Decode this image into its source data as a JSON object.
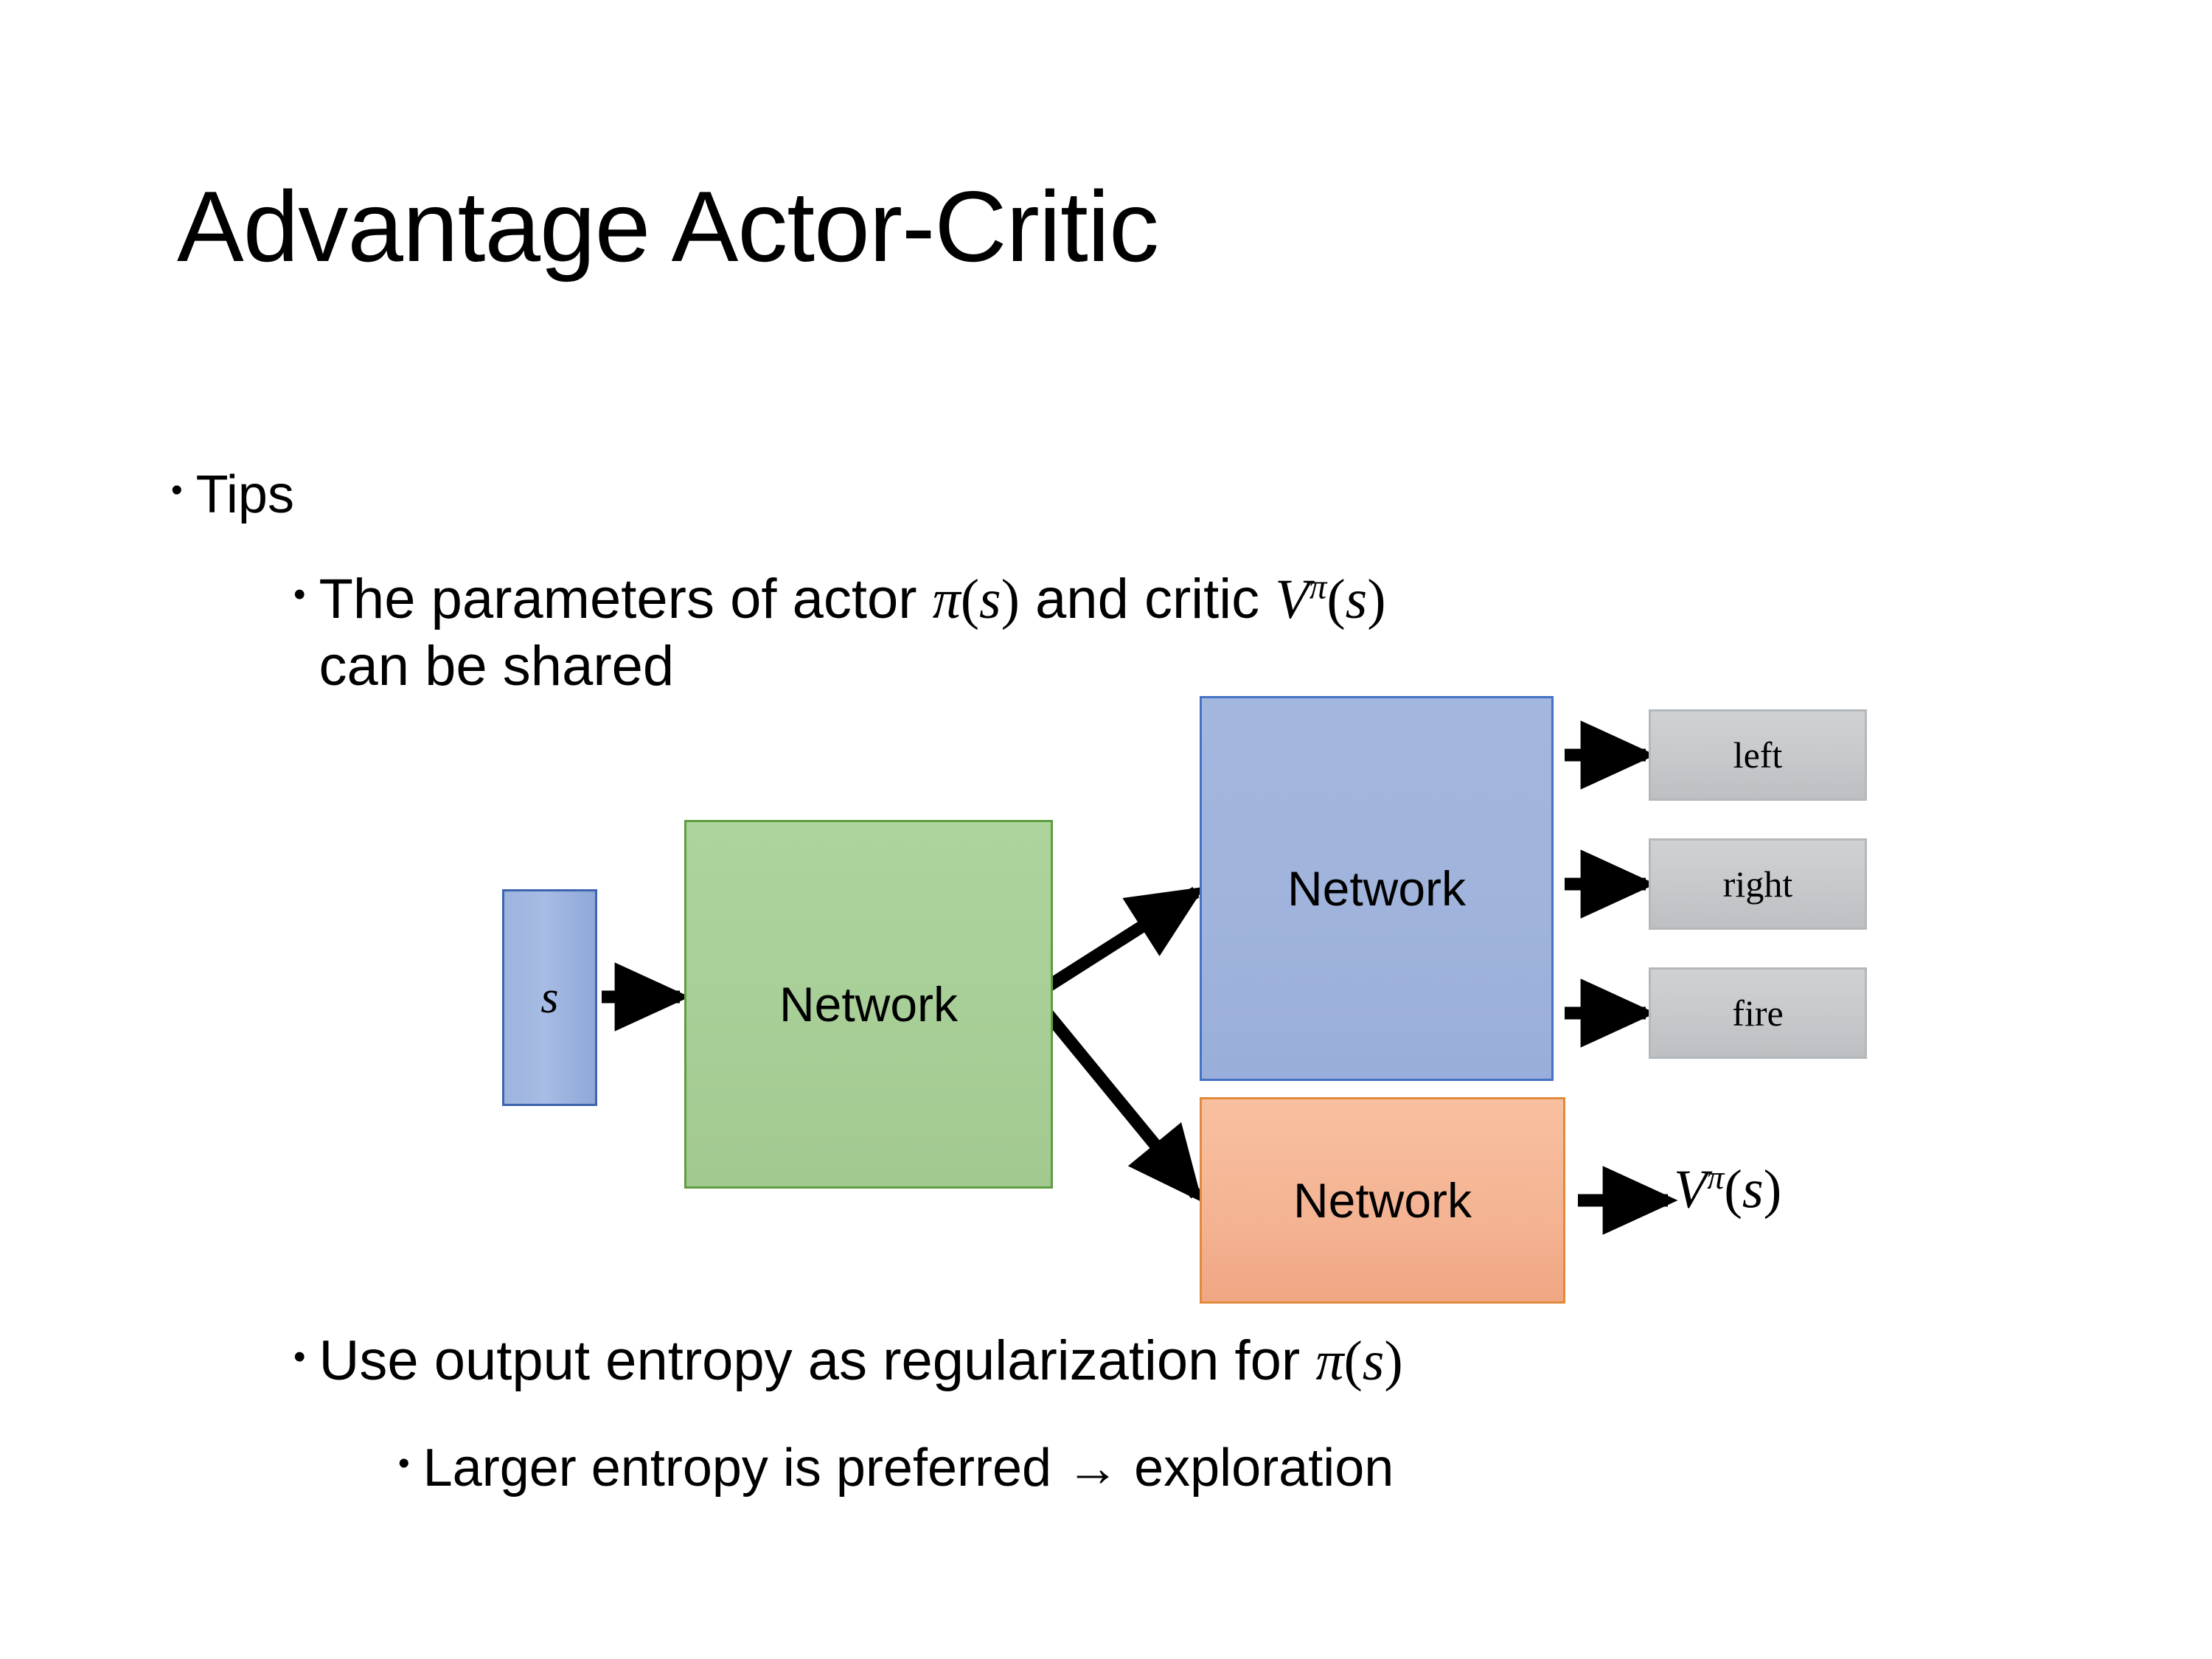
{
  "slide": {
    "title": "Advantage Actor-Critic",
    "background_color": "#FFFFFF"
  },
  "bullets": {
    "tips": "Tips",
    "shared_params_line1_pre": "The parameters of actor ",
    "shared_params_math_actor": "π(s)",
    "shared_params_line1_mid": "  and critic ",
    "shared_params_math_critic": "Vπ(s)",
    "shared_params_line2": "can be shared",
    "entropy_pre": "Use output entropy as regularization for ",
    "entropy_math": "π(s)",
    "larger_entropy": "Larger entropy is preferred → exploration",
    "bullet_glyph": "•"
  },
  "diagram": {
    "input_box": {
      "label": "s",
      "fill": "#A3B6DE",
      "border": "#4472C4"
    },
    "shared_network": {
      "label": "Network",
      "fill": "#A9CE9A",
      "border": "#5E9E42"
    },
    "actor_network": {
      "label": "Network",
      "fill": "#A3B6DE",
      "border": "#4472C4"
    },
    "critic_network": {
      "label": "Network",
      "fill": "#F4B183",
      "border": "#E18A3C"
    },
    "actions": [
      {
        "label": "left",
        "fill": "#C6C9CC",
        "border": "#B4B8BB"
      },
      {
        "label": "right",
        "fill": "#C6C9CC",
        "border": "#B4B8BB"
      },
      {
        "label": "fire",
        "fill": "#C6C9CC",
        "border": "#B4B8BB"
      }
    ],
    "critic_output": {
      "base": "V",
      "superscript": "π",
      "argument": "(s)"
    },
    "arrow_color": "#000000"
  }
}
